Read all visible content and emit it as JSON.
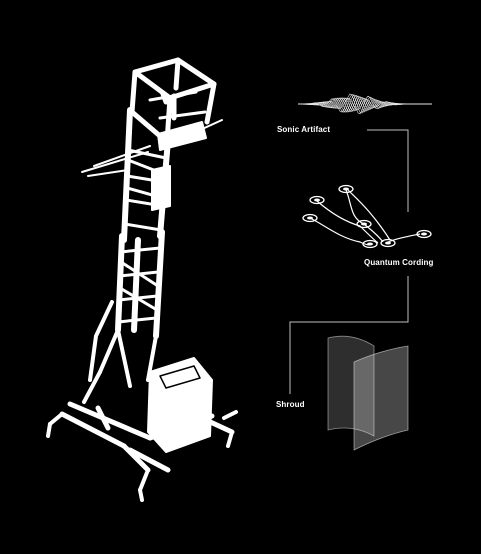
{
  "labels": {
    "sonic_artifact": "Sonic Artifact",
    "quantum_cording": "Quantum Cording",
    "shroud": "Shroud"
  },
  "colors": {
    "background": "#000000",
    "foreground": "#ffffff",
    "connector": "#bfbfbf"
  },
  "icons": [
    "lift-tower-illustration",
    "sonic-waveform-icon",
    "quantum-node-icon",
    "shroud-panel-icon"
  ]
}
